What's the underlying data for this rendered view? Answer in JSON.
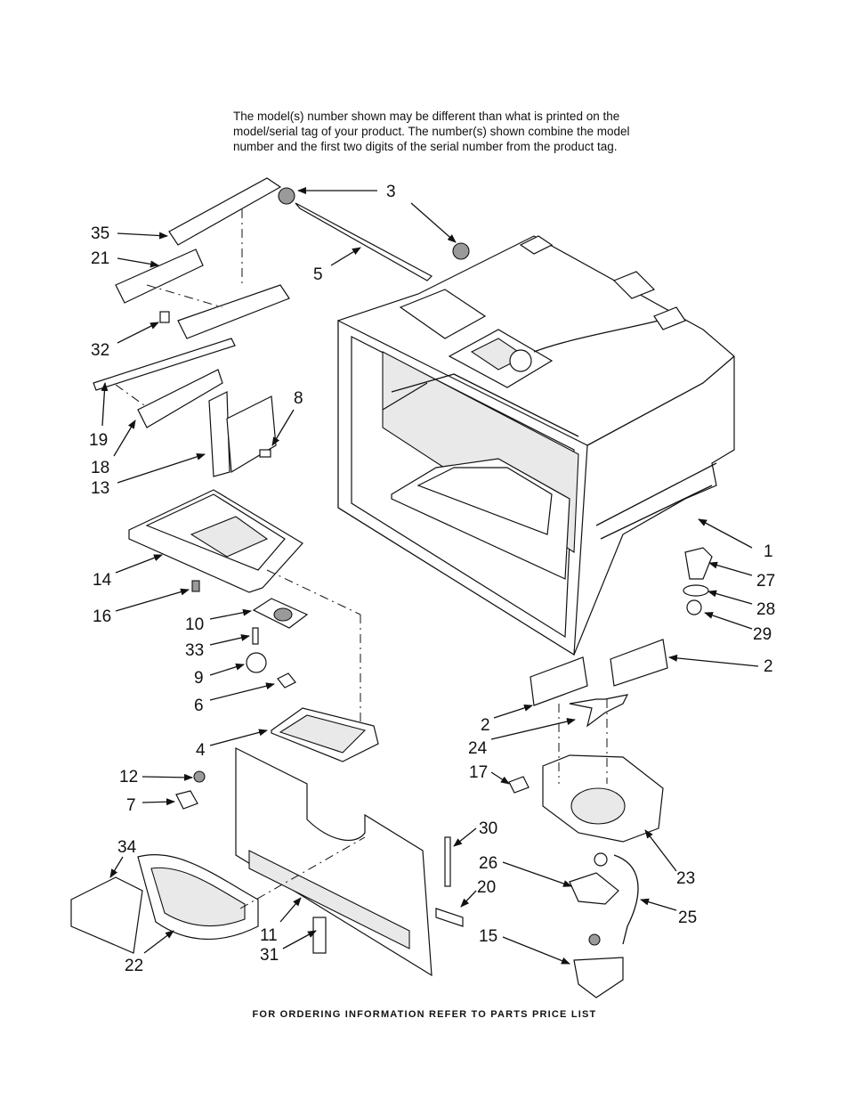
{
  "notice": {
    "line1": "The model(s) number shown may be different than what is printed on the",
    "line2": "model/serial tag of your product. The number(s) shown combine the model",
    "line3": "number and the first two digits of the serial number from the product tag."
  },
  "footer": "FOR ORDERING INFORMATION REFER TO PARTS PRICE LIST",
  "callouts": {
    "c1": "1",
    "c2a": "2",
    "c2b": "2",
    "c3": "3",
    "c4": "4",
    "c5": "5",
    "c6": "6",
    "c7": "7",
    "c8": "8",
    "c9": "9",
    "c10": "10",
    "c11": "11",
    "c12": "12",
    "c13": "13",
    "c14": "14",
    "c15": "15",
    "c16": "16",
    "c17": "17",
    "c18": "18",
    "c19": "19",
    "c20": "20",
    "c21": "21",
    "c22": "22",
    "c23": "23",
    "c24": "24",
    "c25": "25",
    "c26": "26",
    "c27": "27",
    "c28": "28",
    "c29": "29",
    "c30": "30",
    "c31": "31",
    "c32": "32",
    "c33": "33",
    "c34": "34",
    "c35": "35"
  }
}
